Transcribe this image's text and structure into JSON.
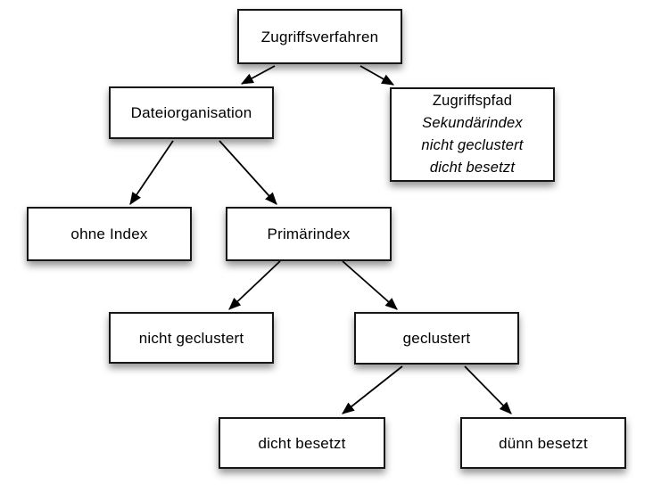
{
  "diagram": {
    "background_color": "#ffffff",
    "box_fill_color": "#ffffff",
    "box_border_color": "#161616",
    "arrow_color": "#000000",
    "text_color": "#000000",
    "nodes": {
      "zugriffsverfahren": {
        "label": "Zugriffsverfahren"
      },
      "dateiorganisation": {
        "label": "Dateiorganisation"
      },
      "zugriffspfad": {
        "lines": [
          "Zugriffspfad",
          "Sekundärindex",
          "nicht geclustert",
          "dicht besetzt"
        ]
      },
      "ohne_index": {
        "label": "ohne Index"
      },
      "primaerindex": {
        "label": "Primärindex"
      },
      "nicht_geclustert": {
        "label": "nicht geclustert"
      },
      "geclustert": {
        "label": "geclustert"
      },
      "dicht_besetzt": {
        "label": "dicht besetzt"
      },
      "duenn_besetzt": {
        "label": "dünn besetzt"
      }
    },
    "edges": [
      {
        "from": "zugriffsverfahren",
        "to": "dateiorganisation"
      },
      {
        "from": "zugriffsverfahren",
        "to": "zugriffspfad"
      },
      {
        "from": "dateiorganisation",
        "to": "ohne_index"
      },
      {
        "from": "dateiorganisation",
        "to": "primaerindex"
      },
      {
        "from": "primaerindex",
        "to": "nicht_geclustert"
      },
      {
        "from": "primaerindex",
        "to": "geclustert"
      },
      {
        "from": "geclustert",
        "to": "dicht_besetzt"
      },
      {
        "from": "geclustert",
        "to": "duenn_besetzt"
      }
    ]
  }
}
